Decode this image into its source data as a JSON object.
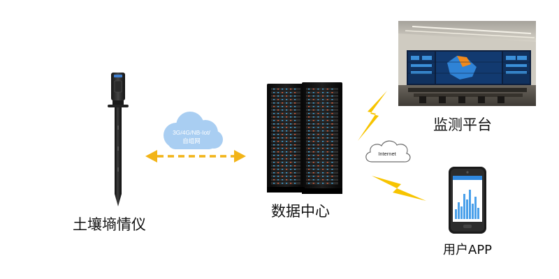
{
  "nodes": {
    "sensor": {
      "label": "土壤墒情仪"
    },
    "datacenter": {
      "label": "数据中心"
    },
    "platform": {
      "label": "监测平台"
    },
    "app": {
      "label": "用户APP"
    }
  },
  "links": {
    "sensor_cloud": {
      "line1": "3G/4G/NB-Iot/",
      "line2": "自组网"
    },
    "internet_cloud": {
      "label": "Internet"
    }
  },
  "colors": {
    "arrow": "#f2b418",
    "bolt": "#f7c400",
    "cloud_fill": "#a9cef2",
    "internet_cloud_fill": "#ffffff"
  }
}
